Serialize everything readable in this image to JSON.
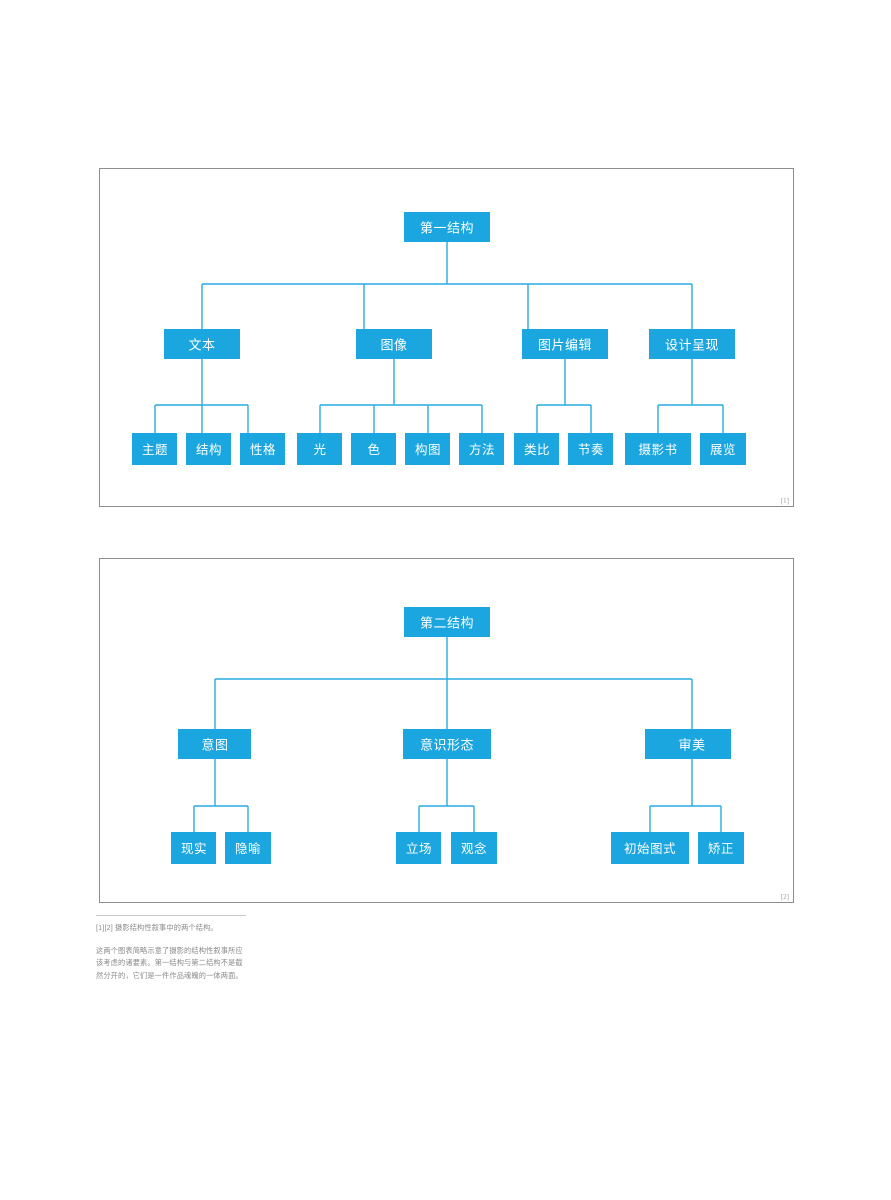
{
  "page": {
    "background_color": "#ffffff",
    "node_color": "#1BA6DF",
    "connector_color": "#29ABE2",
    "frame_border_color": "#8d8d8d",
    "text_color": "#8a8a8a"
  },
  "figures": [
    {
      "id": "figure-1",
      "marker": "[1]",
      "root": "第一结构",
      "level2": [
        "文本",
        "图像",
        "图片编辑",
        "设计呈现"
      ],
      "groups": [
        {
          "parent": "文本",
          "leaves": [
            "主题",
            "结构",
            "性格"
          ]
        },
        {
          "parent": "图像",
          "leaves": [
            "光",
            "色",
            "构图",
            "方法"
          ]
        },
        {
          "parent": "图片编辑",
          "leaves": [
            "类比",
            "节奏"
          ]
        },
        {
          "parent": "设计呈现",
          "leaves": [
            "摄影书",
            "展览"
          ]
        }
      ]
    },
    {
      "id": "figure-2",
      "marker": "[2]",
      "root": "第二结构",
      "level2": [
        "意图",
        "意识形态",
        "审美"
      ],
      "groups": [
        {
          "parent": "意图",
          "leaves": [
            "现实",
            "隐喻"
          ]
        },
        {
          "parent": "意识形态",
          "leaves": [
            "立场",
            "观念"
          ]
        },
        {
          "parent": "审美",
          "leaves": [
            "初始图式",
            "矫正"
          ]
        }
      ]
    }
  ],
  "caption": {
    "figure_refs": "[1][2] 摄影结构性叙事中的两个结构。",
    "body": "这两个图表简略示意了摄影的结构性叙事所应该考虑的诸要素。第一结构与第二结构不是截然分开的，它们是一件作品魂魄的一体两面。"
  }
}
